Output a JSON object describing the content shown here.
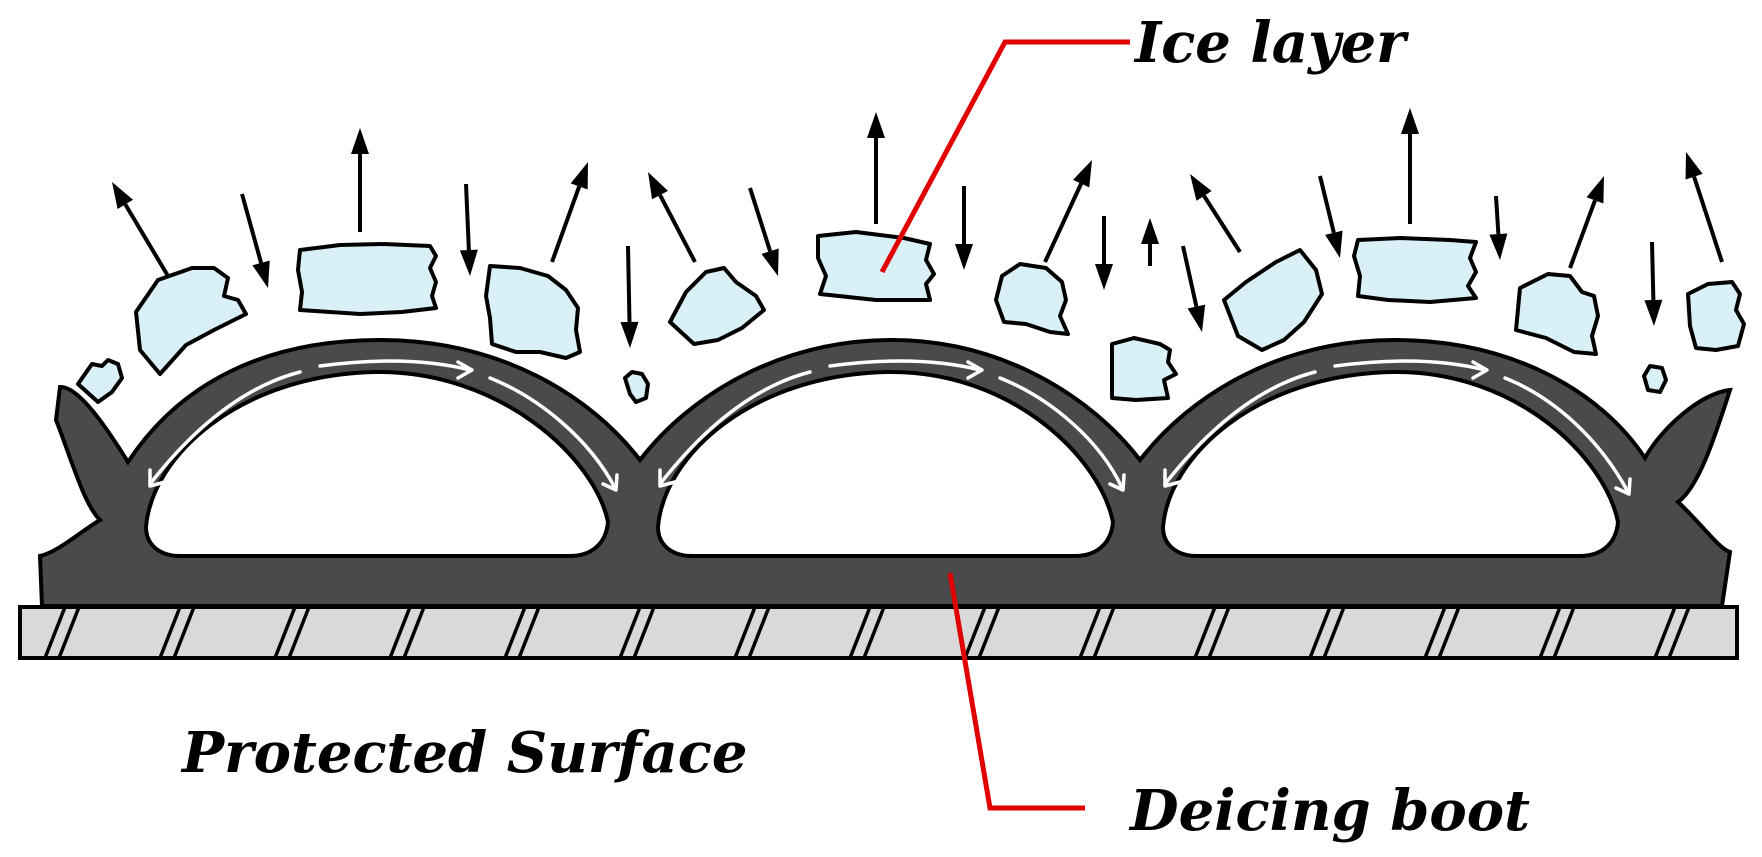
{
  "labels": {
    "ice_layer": "Ice layer",
    "deicing_boot": "Deicing boot",
    "protected_surface": "Protected Surface"
  },
  "colors": {
    "boot": "#4a4a4a",
    "ice": "#d9f0f6",
    "surface": "#d9d9d9",
    "leader": "#e00000",
    "arrows": "#000000",
    "flow_arrows": "#ffffff"
  }
}
